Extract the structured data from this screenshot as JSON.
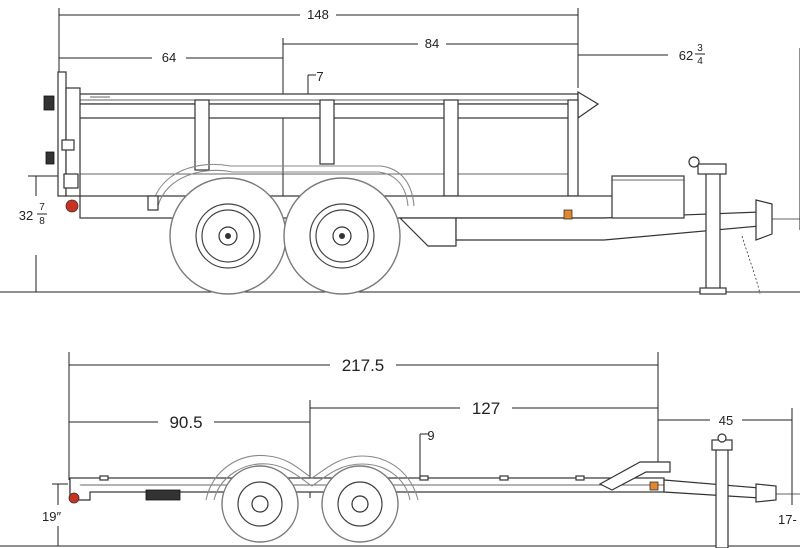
{
  "top_trailer": {
    "dims": {
      "overall_length": "148",
      "front_section": "64",
      "rear_section": "84",
      "tongue_length": "62",
      "tongue_frac_num": "3",
      "tongue_frac_den": "4",
      "axle_spacing": "7",
      "deck_height_whole": "32",
      "deck_height_frac_num": "7",
      "deck_height_frac_den": "8"
    }
  },
  "bottom_trailer": {
    "dims": {
      "overall_length": "217.5",
      "front_section": "90.5",
      "rear_section": "127",
      "tongue_length": "45",
      "axle_spacing": "9",
      "deck_height": "19″",
      "coupler_height": "17-"
    }
  }
}
